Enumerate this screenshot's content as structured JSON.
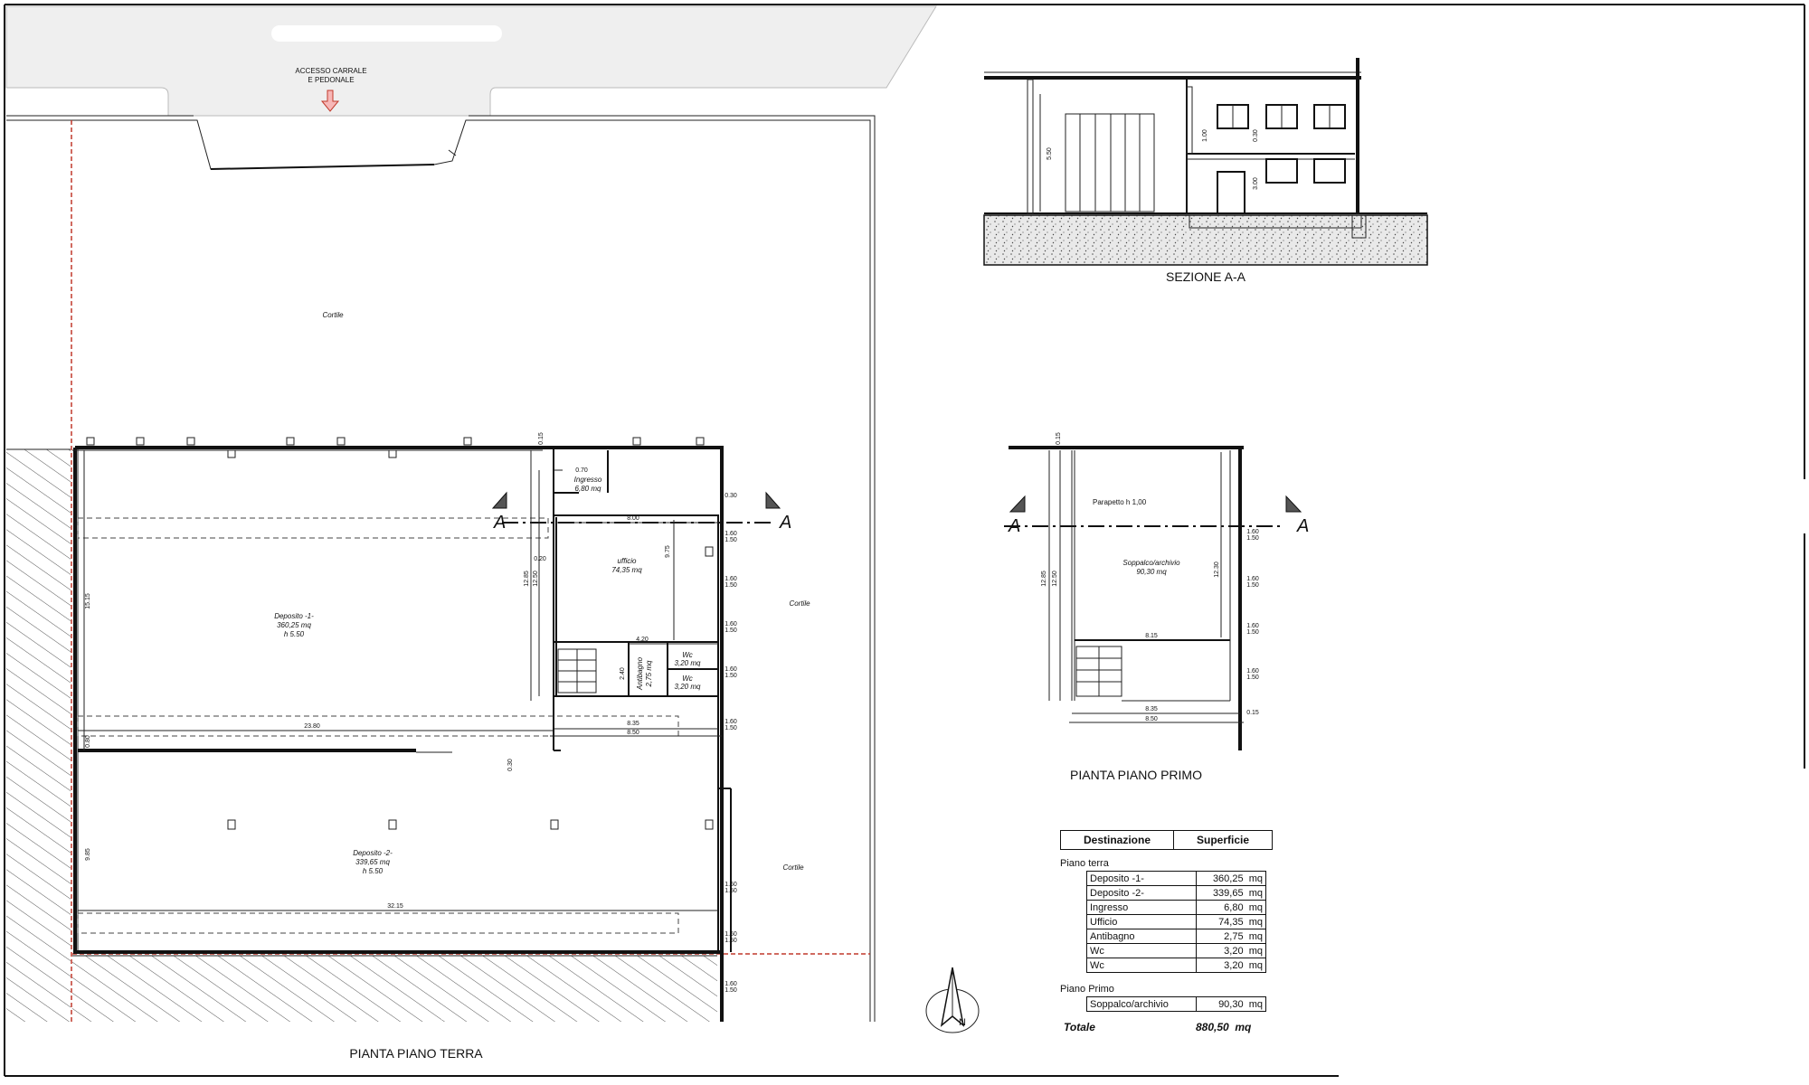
{
  "titles": {
    "ground_floor": "PIANTA PIANO TERRA",
    "first_floor": "PIANTA PIANO PRIMO",
    "section": "SEZIONE A-A"
  },
  "access_label": [
    "ACCESSO CARRALE",
    "E PEDONALE"
  ],
  "section_marker": "A",
  "rooms": {
    "cortile_top": "Cortile",
    "cortile_right_1": "Cortile",
    "cortile_right_2": "Cortile",
    "deposito1": [
      "Deposito -1-",
      "360,25 mq",
      "h 5.50"
    ],
    "deposito2": [
      "Deposito -2-",
      "339,65 mq",
      "h 5.50"
    ],
    "ingresso": [
      "Ingresso",
      "6,80 mq"
    ],
    "ufficio": [
      "ufficio",
      "74,35 mq"
    ],
    "antibagno": [
      "Antibagno",
      "2,75 mq"
    ],
    "wc1": [
      "Wc",
      "3,20 mq"
    ],
    "wc2": [
      "Wc",
      "3,20 mq"
    ],
    "soppalco": [
      "Soppalco/archivio",
      "90,30 mq"
    ],
    "parapetto": "Parapetto h 1,00"
  },
  "dimensions": {
    "d_23_80": "23.80",
    "d_32_15": "32.15",
    "d_15_15": "15.15",
    "d_9_85": "9.85",
    "d_0_80": "0.80",
    "d_8_00": "8.00",
    "d_8_35": "8.35",
    "d_8_50": "8.50",
    "d_4_20": "4.20",
    "d_9_75": "9.75",
    "d_12_85": "12.85",
    "d_12_50": "12.50",
    "d_0_20": "0.20",
    "d_0_30": "0.30",
    "d_0_70": "0.70",
    "d_2_40": "2.40",
    "d_1_50": "1.50",
    "d_1_60": "1.60",
    "d_0_15": "0.15",
    "d_8_15": "8.15",
    "d_12_30": "12.30",
    "d_5_50": "5.50",
    "d_3_00": "3.00",
    "d_1_00": "1.00"
  },
  "legend": {
    "header_dest": "Destinazione",
    "header_sup": "Superficie",
    "ground_label": "Piano terra",
    "ground_rows": [
      {
        "name": "Deposito -1-",
        "area": "360,25",
        "unit": "mq"
      },
      {
        "name": "Deposito -2-",
        "area": "339,65",
        "unit": "mq"
      },
      {
        "name": "Ingresso",
        "area": "6,80",
        "unit": "mq"
      },
      {
        "name": "Ufficio",
        "area": "74,35",
        "unit": "mq"
      },
      {
        "name": "Antibagno",
        "area": "2,75",
        "unit": "mq"
      },
      {
        "name": "Wc",
        "area": "3,20",
        "unit": "mq"
      },
      {
        "name": "Wc",
        "area": "3,20",
        "unit": "mq"
      }
    ],
    "first_label": "Piano Primo",
    "first_rows": [
      {
        "name": "Soppalco/archivio",
        "area": "90,30",
        "unit": "mq"
      }
    ],
    "total_label": "Totale",
    "total_value": "880,50",
    "total_unit": "mq"
  },
  "compass_letter": "N"
}
